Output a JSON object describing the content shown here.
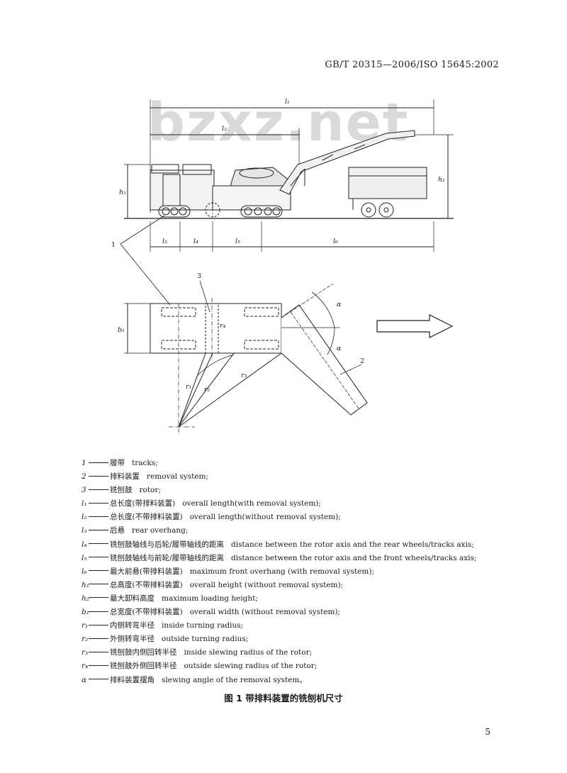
{
  "header": {
    "standard_number": "GB/T 20315—2006/ISO 15645:2002"
  },
  "watermark": "bzxz.net",
  "figure": {
    "dimension_labels": {
      "l1": "l₁",
      "l2": "l₂",
      "l3": "l₃",
      "l4": "l₄",
      "l5": "l₅",
      "l6": "l₆",
      "h1": "h₁",
      "h2": "h₂",
      "b1": "b₁",
      "r1": "r₁",
      "r2": "r₂",
      "r3": "r₃",
      "r4": "r₄",
      "alpha": "α"
    },
    "callouts": {
      "c1": "1",
      "c2": "2",
      "c3": "3"
    }
  },
  "legend": [
    {
      "symbol": "1",
      "zh": "履带",
      "en": "tracks;"
    },
    {
      "symbol": "2",
      "zh": "排料装置",
      "en": "removal system;"
    },
    {
      "symbol": "3",
      "zh": "铣刨鼓",
      "en": "rotor;"
    },
    {
      "symbol": "l₁",
      "zh": "总长度(带排料装置)",
      "en": "overall length(with removal system);"
    },
    {
      "symbol": "l₂",
      "zh": "总长度(不带排料装置)",
      "en": "overall length(without removal system);"
    },
    {
      "symbol": "l₃",
      "zh": "后悬",
      "en": "rear overhang;"
    },
    {
      "symbol": "l₄",
      "zh": "铣刨鼓轴线与后轮/履带轴线的距离",
      "en": "distance between the rotor axis and the rear wheels/tracks axis;"
    },
    {
      "symbol": "l₅",
      "zh": "铣刨鼓轴线与前轮/履带轴线的距离",
      "en": "distance between the rotor axis and the front wheels/tracks axis;"
    },
    {
      "symbol": "l₆",
      "zh": "最大前悬(带排料装置)",
      "en": "maximum front overhang (with removal system);"
    },
    {
      "symbol": "h₁",
      "zh": "总高度(不带排料装置)",
      "en": "overall height (without removal system);"
    },
    {
      "symbol": "h₂",
      "zh": "最大卸料高度",
      "en": "maximum loading height;"
    },
    {
      "symbol": "b₁",
      "zh": "总宽度(不带排料装置)",
      "en": "overall width (without removal system);"
    },
    {
      "symbol": "r₁",
      "zh": "内侧转弯半径",
      "en": "inside turning radius;"
    },
    {
      "symbol": "r₂",
      "zh": "外侧转弯半径",
      "en": "outside turning radius;"
    },
    {
      "symbol": "r₃",
      "zh": "铣刨鼓内侧回转半径",
      "en": "inside slewing radius of the rotor;"
    },
    {
      "symbol": "r₄",
      "zh": "铣刨鼓外侧回转半径",
      "en": "outside slewing radius of the rotor;"
    },
    {
      "symbol": "α",
      "zh": "排料装置摆角",
      "en": "slewing angle of the removal system。"
    }
  ],
  "caption": "图 1  带排料装置的铣刨机尺寸",
  "page_number": "5"
}
